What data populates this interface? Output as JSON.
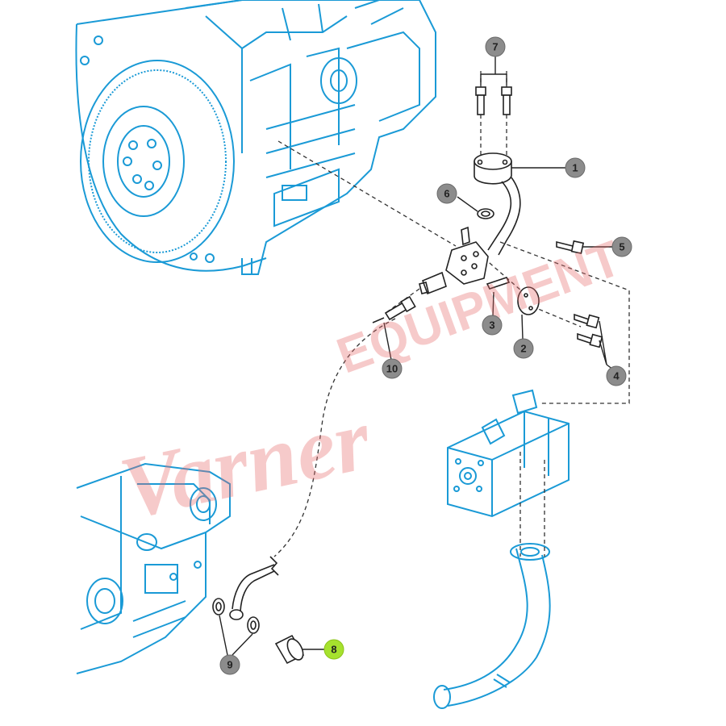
{
  "watermark": {
    "script_text": "Varner",
    "block_text": "EQUIPMENT",
    "color": "#e86a6a"
  },
  "callouts": [
    {
      "number": "1",
      "part": "oil-filler-tube"
    },
    {
      "number": "2",
      "part": "cover-plate"
    },
    {
      "number": "3",
      "part": "gasket"
    },
    {
      "number": "4",
      "part": "bolts"
    },
    {
      "number": "5",
      "part": "bolt"
    },
    {
      "number": "6",
      "part": "o-ring"
    },
    {
      "number": "7",
      "part": "bolts"
    },
    {
      "number": "8",
      "part": "drain-plug",
      "highlighted": true
    },
    {
      "number": "9",
      "part": "sealing-washers"
    },
    {
      "number": "10",
      "part": "pipe-fitting"
    }
  ],
  "colors": {
    "line_art": "#1a9ad6",
    "callout_fill": "#8c8c8c",
    "highlight_fill": "#a6e22e"
  }
}
